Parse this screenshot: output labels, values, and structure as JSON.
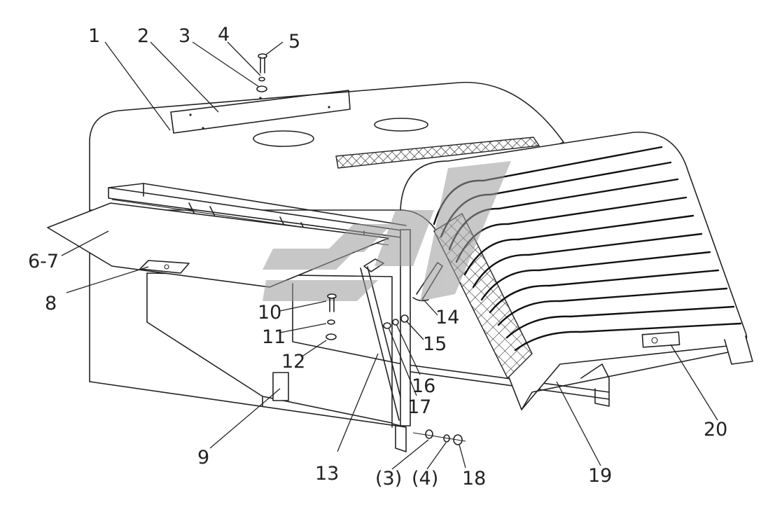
{
  "labels": {
    "l1": "1",
    "l2": "2",
    "l3": "3",
    "l4": "4",
    "l5": "5",
    "l67": "6-7",
    "l8": "8",
    "l9": "9",
    "l10": "10",
    "l11": "11",
    "l12": "12",
    "l13": "13",
    "l14": "14",
    "l15": "15",
    "l16": "16",
    "l17": "17",
    "l18": "18",
    "l19": "19",
    "l20": "20",
    "l3p": "(3)",
    "l4p": "(4)"
  },
  "colors": {
    "line": "#222222",
    "watermark": "#9a9a9a",
    "mesh": "#333333"
  }
}
